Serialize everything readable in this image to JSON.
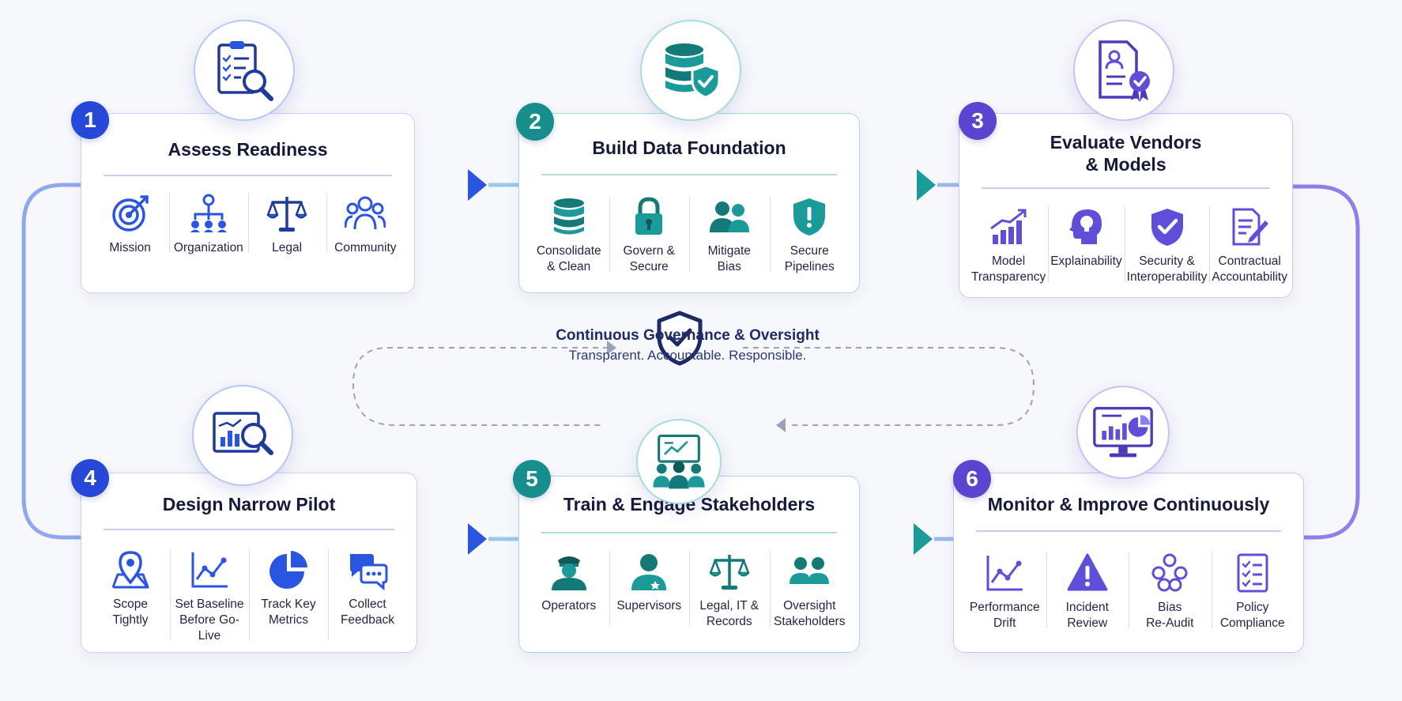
{
  "center": {
    "title": "Continuous Governance & Oversight",
    "subtitle": "Transparent. Accountable. Responsible.",
    "icon": "shield-check-icon"
  },
  "colors": {
    "blue": "#2a55e0",
    "teal": "#1a9a98",
    "violet": "#5f4fd8",
    "navy": "#1e2a66"
  },
  "steps": [
    {
      "number": "1",
      "title": "Assess Readiness",
      "icon": "clipboard-search-icon",
      "items": [
        {
          "label": "Mission",
          "icon": "target-icon"
        },
        {
          "label": "Organization",
          "icon": "org-chart-icon"
        },
        {
          "label": "Legal",
          "icon": "scales-icon"
        },
        {
          "label": "Community",
          "icon": "people-icon"
        }
      ]
    },
    {
      "number": "2",
      "title": "Build Data Foundation",
      "icon": "database-shield-icon",
      "items": [
        {
          "label": "Consolidate\n& Clean",
          "icon": "database-icon"
        },
        {
          "label": "Govern &\nSecure",
          "icon": "lock-icon"
        },
        {
          "label": "Mitigate\nBias",
          "icon": "users-icon"
        },
        {
          "label": "Secure\nPipelines",
          "icon": "shield-alert-icon"
        }
      ]
    },
    {
      "number": "3",
      "title": "Evaluate Vendors\n& Models",
      "icon": "certificate-icon",
      "items": [
        {
          "label": "Model\nTransparency",
          "icon": "bar-chart-icon"
        },
        {
          "label": "Explainability",
          "icon": "head-bulb-icon"
        },
        {
          "label": "Security &\nInteroperability",
          "icon": "shield-check-icon"
        },
        {
          "label": "Contractual\nAccountability",
          "icon": "contract-pen-icon"
        }
      ]
    },
    {
      "number": "4",
      "title": "Design Narrow Pilot",
      "icon": "chart-search-icon",
      "items": [
        {
          "label": "Scope\nTightly",
          "icon": "map-pin-icon"
        },
        {
          "label": "Set Baseline\nBefore Go-Live",
          "icon": "line-chart-icon"
        },
        {
          "label": "Track Key\nMetrics",
          "icon": "pie-chart-icon"
        },
        {
          "label": "Collect\nFeedback",
          "icon": "chat-bubbles-icon"
        }
      ]
    },
    {
      "number": "5",
      "title": "Train & Engage Stakeholders",
      "icon": "presentation-icon",
      "items": [
        {
          "label": "Operators",
          "icon": "officer-icon"
        },
        {
          "label": "Supervisors",
          "icon": "supervisor-icon"
        },
        {
          "label": "Legal, IT &\nRecords",
          "icon": "scales-icon"
        },
        {
          "label": "Oversight\nStakeholders",
          "icon": "group-icon"
        }
      ]
    },
    {
      "number": "6",
      "title": "Monitor & Improve Continuously",
      "icon": "monitor-chart-icon",
      "items": [
        {
          "label": "Performance\nDrift",
          "icon": "line-chart-icon"
        },
        {
          "label": "Incident\nReview",
          "icon": "warning-icon"
        },
        {
          "label": "Bias\nRe-Audit",
          "icon": "network-people-icon"
        },
        {
          "label": "Policy\nCompliance",
          "icon": "checklist-icon"
        }
      ]
    }
  ]
}
